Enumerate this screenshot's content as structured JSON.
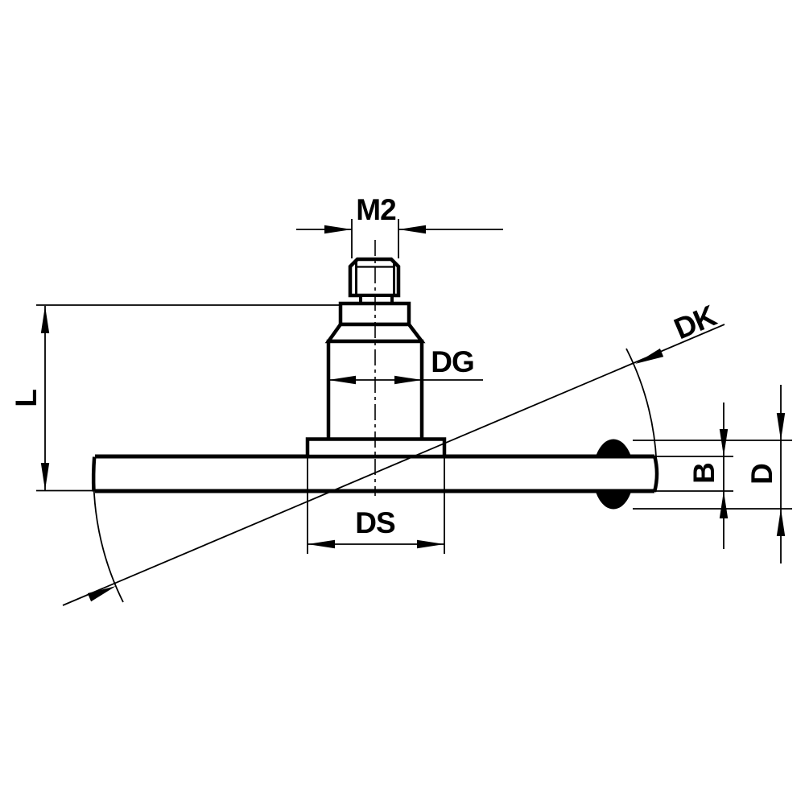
{
  "page": {
    "background": "#ffffff",
    "stroke_color": "#000000",
    "description": "Technical dimension drawing of a T-shaped stylus with M2 thread, cylinder bar and ball tip"
  },
  "drawing": {
    "dimensions": {
      "thread": "M2",
      "ball_circle": "DK",
      "shaft_diameter": "DG",
      "length": "L",
      "stem_diameter": "DS",
      "bar_diameter": "B",
      "tip_diameter": "D"
    }
  }
}
